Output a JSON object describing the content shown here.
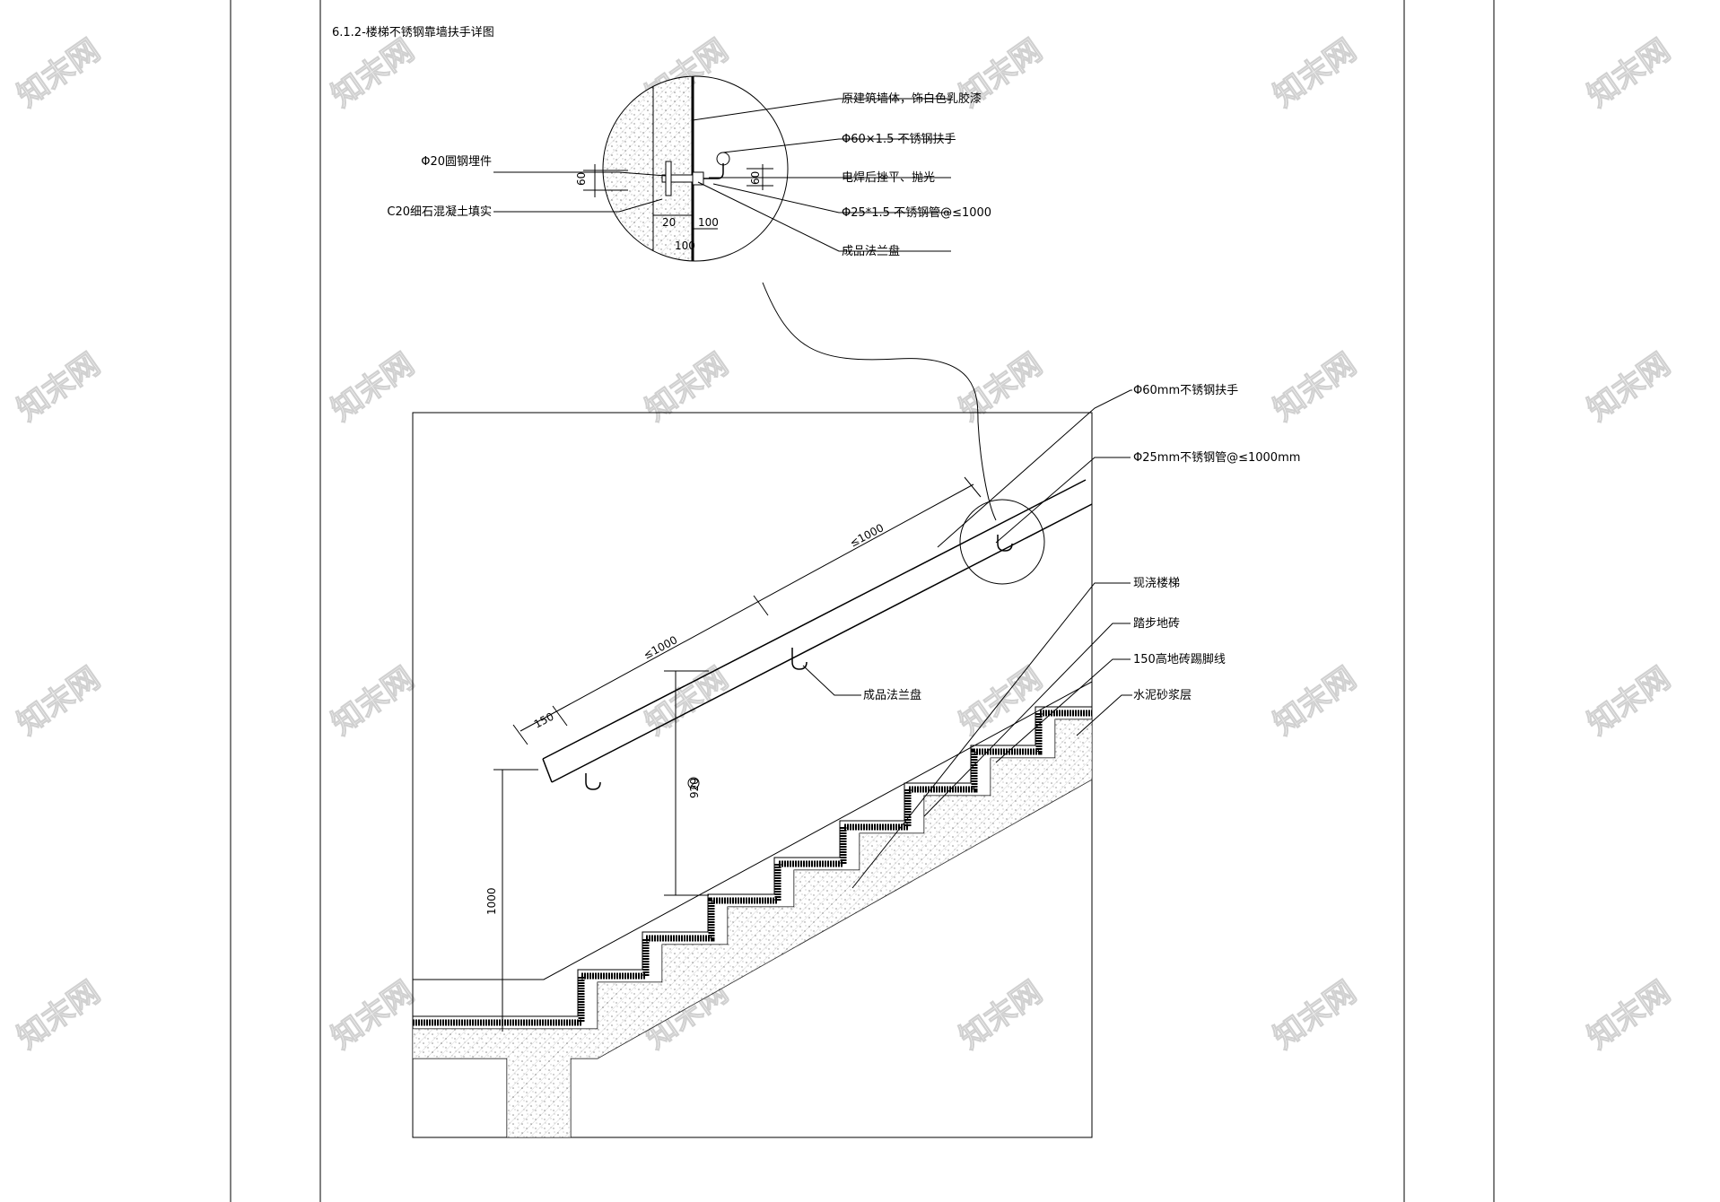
{
  "drawing": {
    "title": "6.1.2-楼梯不锈钢靠墙扶手详图",
    "watermark": "知末网"
  },
  "detail": {
    "labels": [
      "原建筑墙体，饰白色乳胶漆",
      "Φ60×1.5 不锈钢扶手",
      "电焊后挫平、抛光",
      "Φ25*1.5 不锈钢管@≤1000",
      "成品法兰盘",
      "Φ20圆钢埋件",
      "C20细石混凝土填实"
    ],
    "dims": [
      "60",
      "60",
      "20",
      "100",
      "100"
    ]
  },
  "section": {
    "labels": [
      "Φ60mm不锈钢扶手",
      "Φ25mm不锈钢管@≤1000mm",
      "现浇楼梯",
      "踏步地砖",
      "150高地砖踢脚线",
      "水泥砂浆层",
      "成品法兰盘"
    ],
    "dims": [
      "≤1000",
      "≤1000",
      "150",
      "920",
      "1000"
    ],
    "marker": "2"
  },
  "colors": {
    "line": "#000000",
    "watermark": "#d0d0d0",
    "background": "#ffffff"
  }
}
